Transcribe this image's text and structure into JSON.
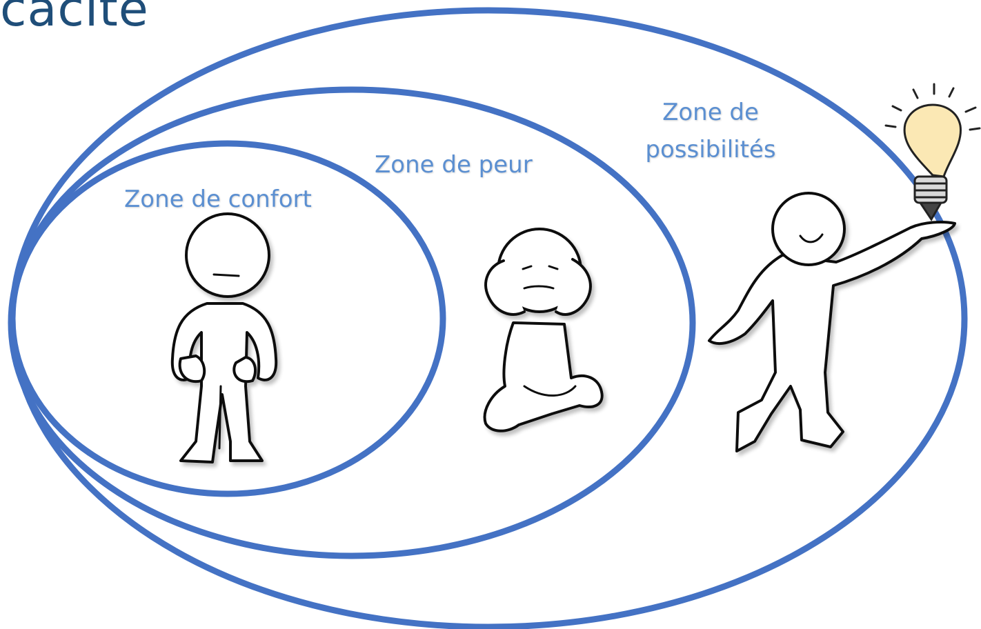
{
  "heading": {
    "text": "cacité"
  },
  "zones": {
    "comfort": {
      "label": "Zone de confort"
    },
    "fear": {
      "label": "Zone de peur"
    },
    "possibility": {
      "label": "Zone de possibilités"
    }
  },
  "colors": {
    "ellipse_stroke": "#4472c4",
    "label_text": "#5b8fd1",
    "heading_text": "#1f4e79",
    "figure_stroke": "#111111",
    "bulb_fill": "#fbe8b4"
  }
}
